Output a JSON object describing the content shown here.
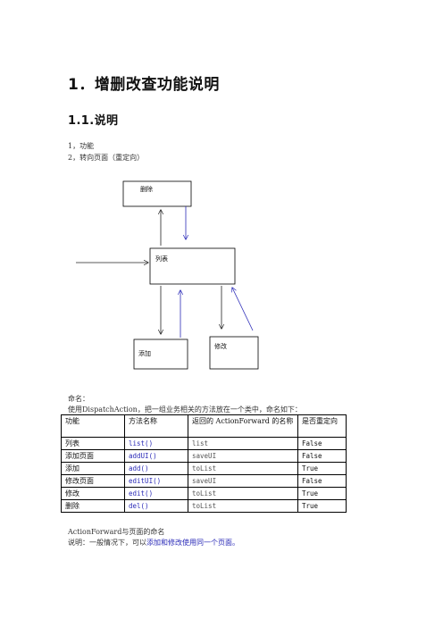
{
  "heading1": "1．增删改查功能说明",
  "heading2": "1.1.说明",
  "list_items": [
    "1，功能",
    "2，转向页面（重定向）"
  ],
  "diagram": {
    "boxes": {
      "delete": "删除",
      "list": "列表",
      "add": "添加",
      "edit": "修改"
    }
  },
  "naming": {
    "label": "命名：",
    "intro": "使用DispatchAction，把一组业务相关的方法放在一个类中，命名如下：",
    "headers": [
      "功能",
      "方法名称",
      "返回的 ActionForward 的名称",
      "是否重定向"
    ],
    "rows": [
      [
        "列表",
        "list()",
        "list",
        "False"
      ],
      [
        "添加页面",
        "addUI()",
        "saveUI",
        "False"
      ],
      [
        "添加",
        "add()",
        "toList",
        "True"
      ],
      [
        "修改页面",
        "editUI()",
        "saveUI",
        "False"
      ],
      [
        "修改",
        "edit()",
        "toList",
        "True"
      ],
      [
        "删除",
        "del()",
        "toList",
        "True"
      ]
    ]
  },
  "footer": {
    "title": "ActionForward与页面的命名",
    "desc_prefix": "说明：一般情况下，可以",
    "desc_link": "添加和修改使用同一个页面。"
  },
  "colors": {
    "link": "#2b2bb8",
    "arrow_blue": "#2b2bb8"
  }
}
